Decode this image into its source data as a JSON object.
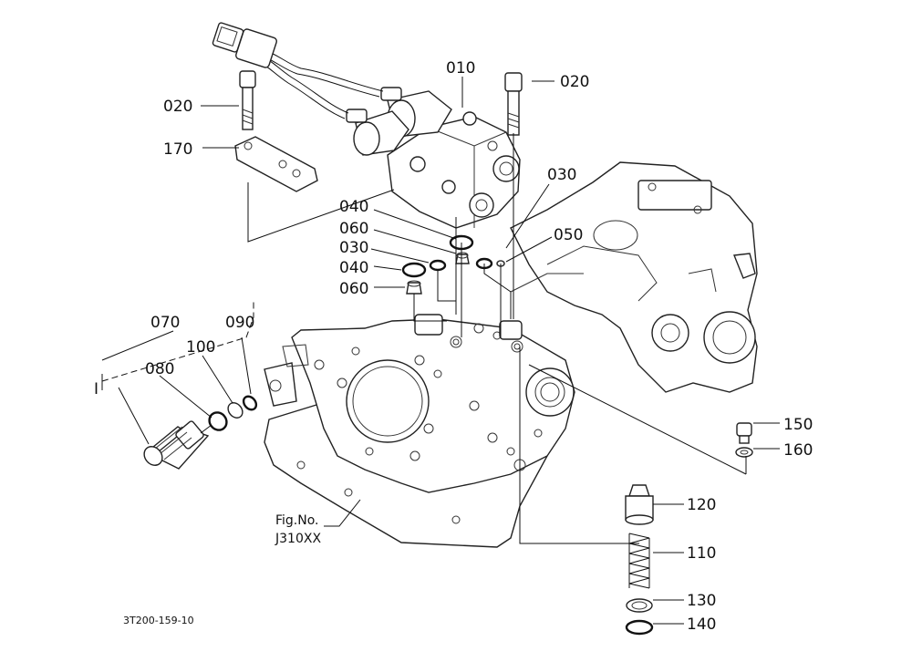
{
  "callouts": [
    {
      "id": "p010",
      "label": "010"
    },
    {
      "id": "p020a",
      "label": "020"
    },
    {
      "id": "p020b",
      "label": "020"
    },
    {
      "id": "p170",
      "label": "170"
    },
    {
      "id": "p030a",
      "label": "030"
    },
    {
      "id": "p040a",
      "label": "040"
    },
    {
      "id": "p060a",
      "label": "060"
    },
    {
      "id": "p050",
      "label": "050"
    },
    {
      "id": "p030b",
      "label": "030"
    },
    {
      "id": "p040b",
      "label": "040"
    },
    {
      "id": "p060b",
      "label": "060"
    },
    {
      "id": "p070",
      "label": "070"
    },
    {
      "id": "p090",
      "label": "090"
    },
    {
      "id": "p100",
      "label": "100"
    },
    {
      "id": "p080",
      "label": "080"
    },
    {
      "id": "p150",
      "label": "150"
    },
    {
      "id": "p160",
      "label": "160"
    },
    {
      "id": "p120",
      "label": "120"
    },
    {
      "id": "p110",
      "label": "110"
    },
    {
      "id": "p130",
      "label": "130"
    },
    {
      "id": "p140",
      "label": "140"
    }
  ],
  "figure_ref": {
    "line1": "Fig.No.",
    "line2": "J310XX"
  },
  "drawing_code": "3T200-159-10",
  "left_marker": "I"
}
